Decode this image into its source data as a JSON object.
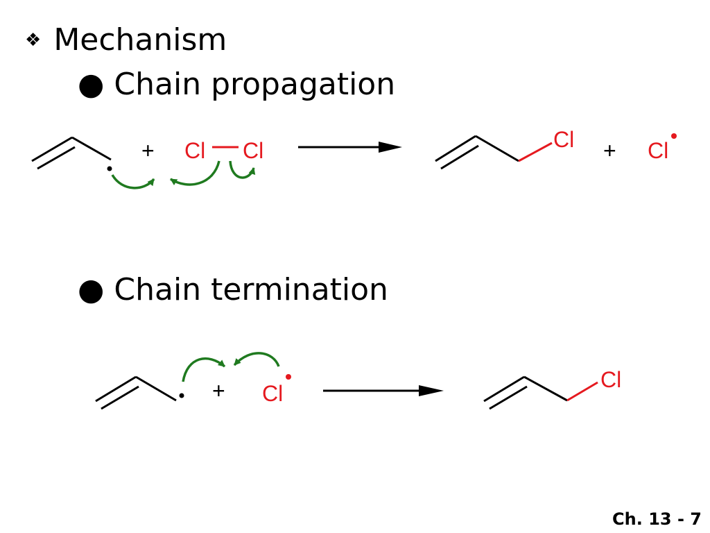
{
  "slide": {
    "heading": "Mechanism",
    "heading_bullet_icon": "diamond-bullet-icon",
    "sub1": "Chain propagation",
    "sub2": "Chain termination",
    "sub_bullet": "●",
    "footer": "Ch. 13 - 7"
  },
  "reaction1": {
    "atom_left": "Cl",
    "atom_right": "Cl",
    "plus1": "+",
    "product_atom": "Cl",
    "plus2": "+",
    "radical_atom": "Cl"
  },
  "reaction2": {
    "plus": "+",
    "radical_atom": "Cl",
    "product_atom": "Cl"
  },
  "colors": {
    "chlorine": "#e5191f",
    "arrow_green": "#1f7a1f",
    "bond": "#000000"
  }
}
